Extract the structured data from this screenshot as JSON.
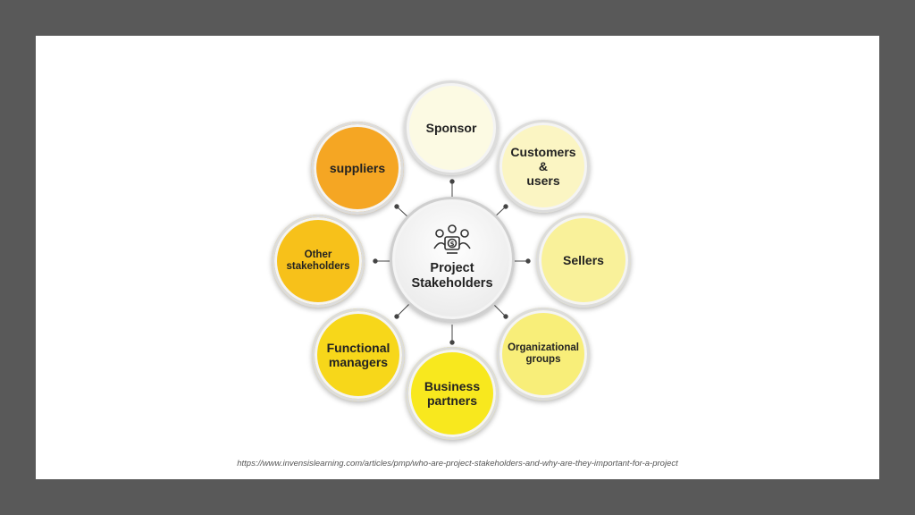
{
  "diagram": {
    "center": {
      "label": "Project\nStakeholders"
    },
    "nodes": [
      {
        "id": "sponsor",
        "label": "Sponsor",
        "color": "#FCFAE3"
      },
      {
        "id": "customers",
        "label": "Customers\n&\nusers",
        "color": "#FBF5C3"
      },
      {
        "id": "sellers",
        "label": "Sellers",
        "color": "#F9F19A"
      },
      {
        "id": "organizational",
        "label": "Organizational\ngroups",
        "color": "#F8EE79"
      },
      {
        "id": "business",
        "label": "Business\npartners",
        "color": "#F8E81E"
      },
      {
        "id": "functional",
        "label": "Functional\nmanagers",
        "color": "#F7D71A"
      },
      {
        "id": "other",
        "label": "Other\nstakeholders",
        "color": "#F7C11A"
      },
      {
        "id": "suppliers",
        "label": "suppliers",
        "color": "#F5A623"
      }
    ],
    "source": "https://www.invensislearning.com/articles/pmp/who-are-project-stakeholders-and-why-are-they-important-for-a-project"
  }
}
